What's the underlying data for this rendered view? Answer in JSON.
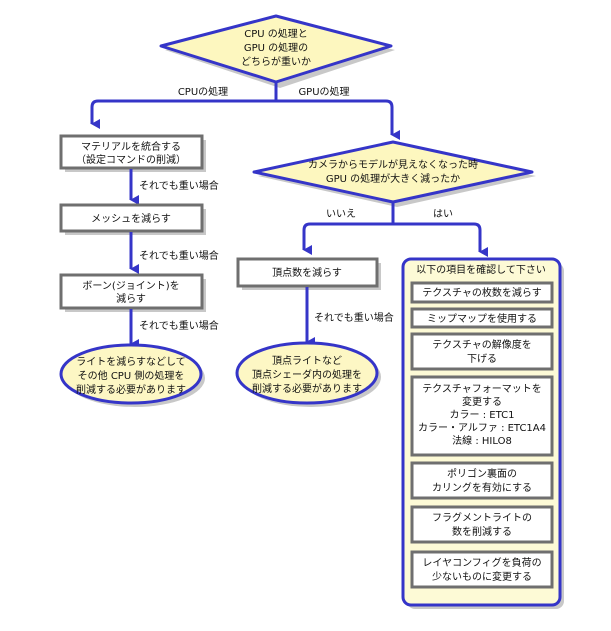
{
  "colors": {
    "flow_line": "#3535c8",
    "decision_fill": "#fdf7bf",
    "terminal_fill": "#fdf7c4",
    "panel_fill": "#fdfad6",
    "box_border": "#6f6f6f",
    "box_fill": "#ffffff",
    "shadow": "#c8c8c8"
  },
  "decision1": {
    "lines": [
      "CPU の処理と",
      "GPU の処理の",
      "どちらが重いか"
    ]
  },
  "branch1": {
    "left_label": "CPUの処理",
    "right_label": "GPUの処理"
  },
  "cpu_path": {
    "step1": {
      "lines": [
        "マテリアルを統合する",
        "（設定コマンドの削減）"
      ]
    },
    "edge1": "それでも重い場合",
    "step2": {
      "lines": [
        "メッシュを減らす"
      ]
    },
    "edge2": "それでも重い場合",
    "step3": {
      "lines": [
        "ボーン(ジョイント)を",
        "減らす"
      ]
    },
    "edge3": "それでも重い場合",
    "terminal": {
      "lines": [
        "ライトを減らすなどして",
        "その他 CPU 側の処理を",
        "削減する必要があります"
      ]
    }
  },
  "decision2": {
    "lines": [
      "カメラからモデルが見えなくなった時",
      "GPU の処理が大きく減ったか"
    ]
  },
  "branch2": {
    "left_label": "いいえ",
    "right_label": "はい"
  },
  "gpu_no_path": {
    "step1": {
      "lines": [
        "頂点数を減らす"
      ]
    },
    "edge1": "それでも重い場合",
    "terminal": {
      "lines": [
        "頂点ライトなど",
        "頂点シェーダ内の処理を",
        "削減する必要があります"
      ]
    }
  },
  "checklist": {
    "title": "以下の項目を確認して下さい",
    "items": [
      {
        "lines": [
          "テクスチャの枚数を減らす"
        ]
      },
      {
        "lines": [
          "ミップマップを使用する"
        ]
      },
      {
        "lines": [
          "テクスチャの解像度を",
          "下げる"
        ]
      },
      {
        "lines": [
          "テクスチャフォーマットを",
          "変更する",
          "カラー : ETC1",
          "カラー・アルファ : ETC1A4",
          "法線 : HILO8"
        ]
      },
      {
        "lines": [
          "ポリゴン裏面の",
          "カリングを有効にする"
        ]
      },
      {
        "lines": [
          "フラグメントライトの",
          "数を削減する"
        ]
      },
      {
        "lines": [
          "レイヤコンフィグを負荷の",
          "少ないものに変更する"
        ]
      }
    ]
  }
}
